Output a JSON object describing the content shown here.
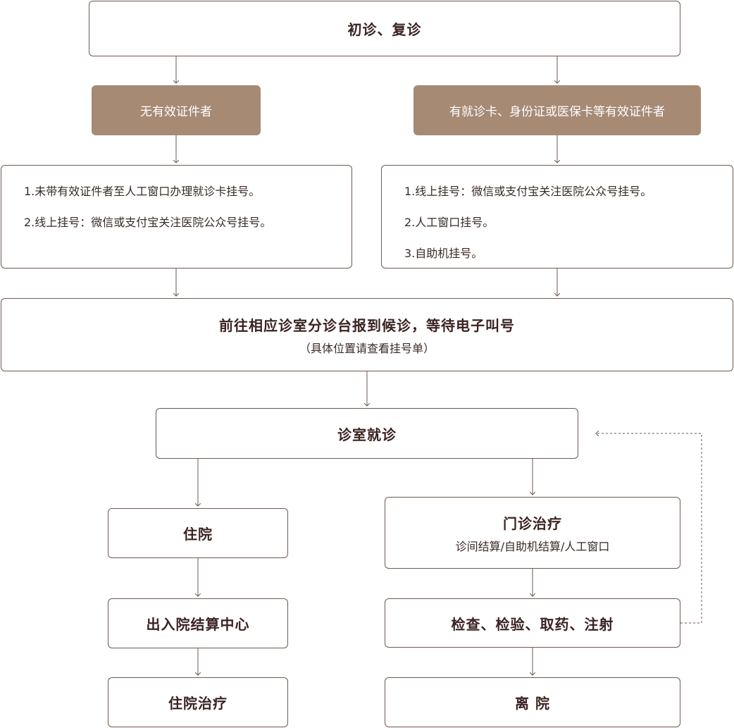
{
  "top": {
    "title": "初诊、复诊"
  },
  "left_branch": {
    "label": "无有效证件者",
    "steps": [
      "1.未带有效证件者至人工窗口办理就诊卡挂号。",
      "2.线上挂号：微信或支付宝关注医院公众号挂号。"
    ]
  },
  "right_branch": {
    "label": "有就诊卡、身份证或医保卡等有效证件者",
    "steps": [
      "1.线上挂号：微信或支付宝关注医院公众号挂号。",
      "2.人工窗口挂号。",
      "3.自助机挂号。"
    ]
  },
  "checkin": {
    "title": "前往相应诊室分诊台报到候诊，等待电子叫号",
    "note": "（具体位置请查看挂号单）"
  },
  "consult": {
    "title": "诊室就诊"
  },
  "inpatient": {
    "title": "住院",
    "settle": "出入院结算中心",
    "treatment": "住院治疗"
  },
  "outpatient": {
    "title": "门诊治疗",
    "settle": "诊间结算/自助机结算/人工窗口",
    "services": "检查、检验、取药、注射",
    "leave": "离 院"
  }
}
